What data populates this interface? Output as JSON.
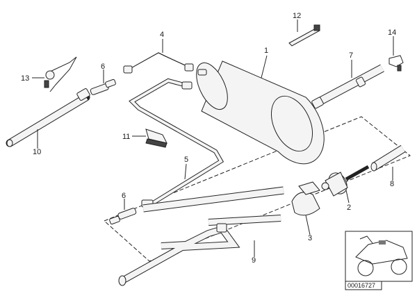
{
  "diagram": {
    "part_labels": [
      "1",
      "2",
      "3",
      "4",
      "5",
      "6",
      "6",
      "7",
      "8",
      "9",
      "10",
      "11",
      "12",
      "13",
      "14"
    ],
    "thumbnail_code": "00016727"
  }
}
